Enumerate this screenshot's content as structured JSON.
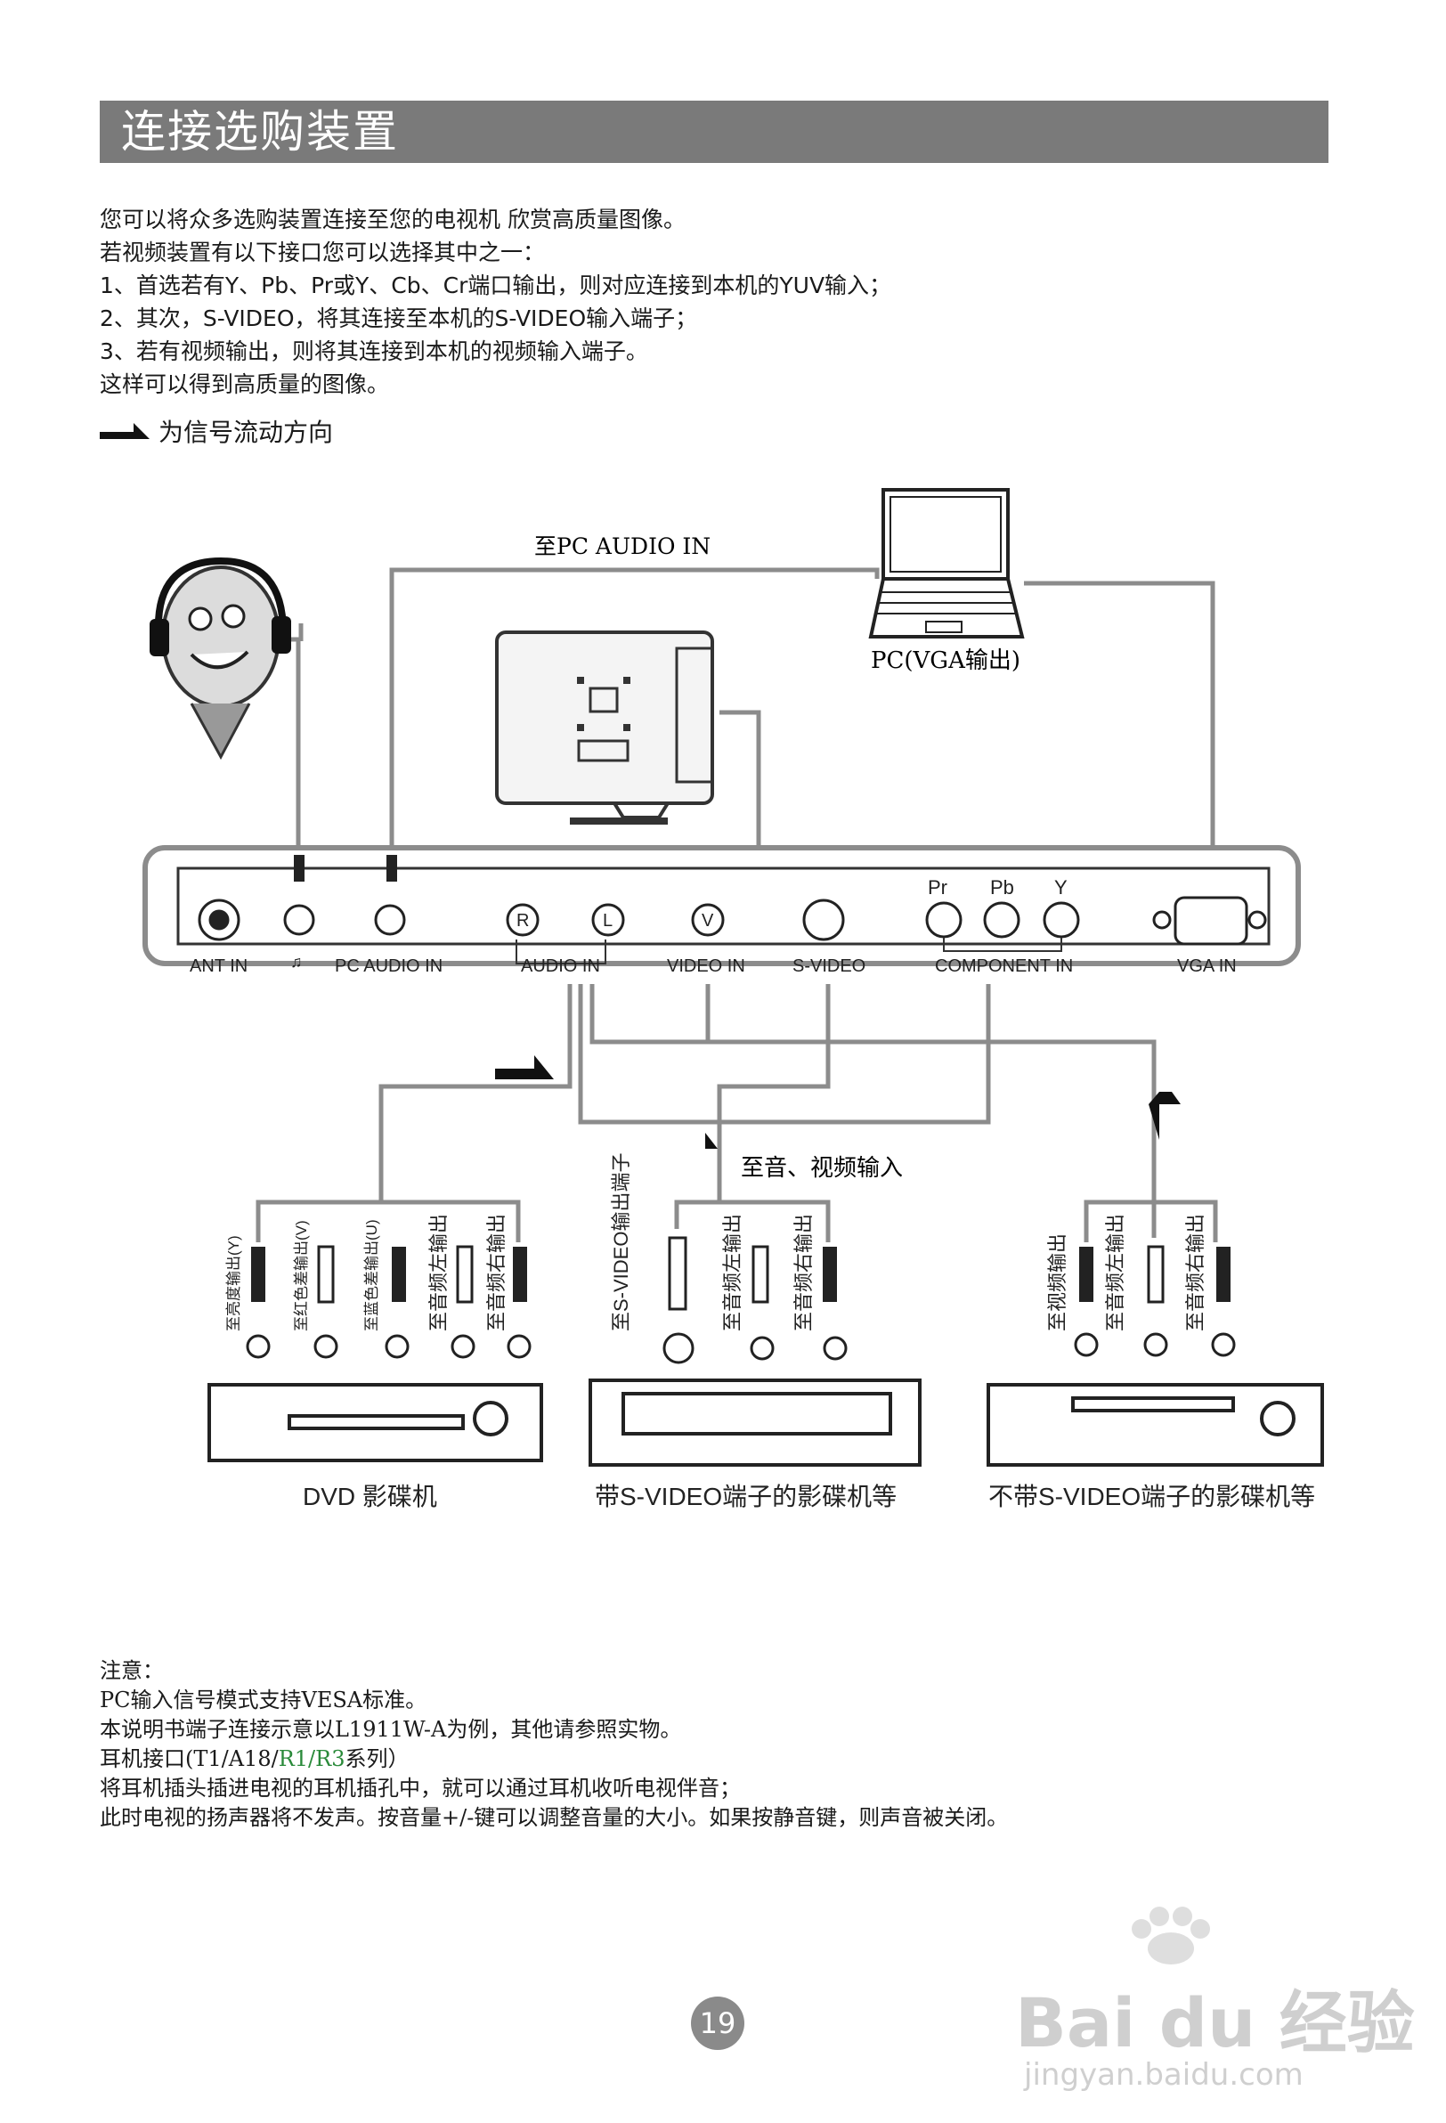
{
  "title": "连接选购装置",
  "intro_lines": [
    "您可以将众多选购装置连接至您的电视机 欣赏高质量图像。",
    "若视频装置有以下接口您可以选择其中之一：",
    "1、首选若有Y、Pb、Pr或Y、Cb、Cr端口输出，则对应连接到本机的YUV输入；",
    "2、其次，S-VIDEO，将其连接至本机的S-VIDEO输入端子；",
    "3、若有视频输出，则将其连接到本机的视频输入端子。",
    "这样可以得到高质量的图像。"
  ],
  "legend_text": "为信号流动方向",
  "diagram": {
    "pc_audio_label": "至PC AUDIO IN",
    "pc_label": "PC(VGA输出)",
    "panel_labels": {
      "ant_in": "ANT IN",
      "headphone": "♫",
      "pc_audio_in": "PC AUDIO IN",
      "audio_r": "R",
      "audio_l": "L",
      "audio_in": "AUDIO IN",
      "video_v": "V",
      "video_in": "VIDEO IN",
      "s_video": "S-VIDEO",
      "pr": "Pr",
      "pb": "Pb",
      "y": "Y",
      "component_in": "COMPONENT IN",
      "vga_in": "VGA IN"
    },
    "av_input_label": "至音、视频输入",
    "dvd_cables": [
      "至亮度输出(Y)",
      "至红色差输出(V)",
      "至蓝色差输出(U)",
      "至音频左输出",
      "至音频右输出"
    ],
    "svideo_cables": [
      "至S-VIDEO输出端子",
      "至音频左输出",
      "至音频右输出"
    ],
    "video_cables": [
      "至视频输出",
      "至音频左输出",
      "至音频右输出"
    ],
    "device_labels": [
      "DVD 影碟机",
      "带S-VIDEO端子的影碟机等",
      "不带S-VIDEO端子的影碟机等"
    ]
  },
  "notes": {
    "heading": "注意：",
    "line1": "PC输入信号模式支持VESA标准。",
    "line2": "本说明书端子连接示意以L1911W-A为例，其他请参照实物。",
    "line3_prefix": "耳机接口(T1/A18/",
    "line3_r1": "R1",
    "line3_sep": "/",
    "line3_r3": "R3",
    "line3_suffix": "系列）",
    "line4": "将耳机插头插进电视的耳机插孔中，就可以通过耳机收听电视伴音；",
    "line5": "此时电视的扬声器将不发声。按音量+/-键可以调整音量的大小。如果按静音键，则声音被关闭。"
  },
  "page_number": "19",
  "watermark": {
    "brand": "Bai du 经验",
    "url": "jingyan.baidu.com"
  }
}
